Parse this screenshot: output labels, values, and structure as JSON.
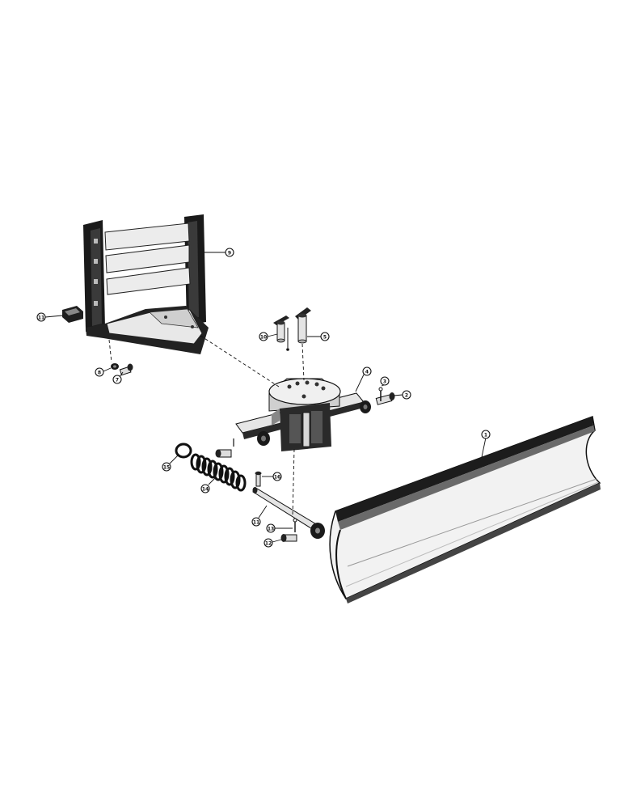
{
  "diagram": {
    "parts": [
      {
        "id": "blade",
        "callout": "1"
      },
      {
        "id": "pin-small",
        "callout": "2"
      },
      {
        "id": "cotter-pin-small",
        "callout": "3"
      },
      {
        "id": "pivot-frame",
        "callout": "4"
      },
      {
        "id": "lever-pin-right",
        "callout": "5"
      },
      {
        "id": "bolt",
        "callout": "7"
      },
      {
        "id": "nut",
        "callout": "8"
      },
      {
        "id": "push-frame",
        "callout": "9"
      },
      {
        "id": "lever-pin-left",
        "callout": "10"
      },
      {
        "id": "block",
        "callout": "11"
      },
      {
        "id": "rod",
        "callout": "11"
      },
      {
        "id": "bolt-lower",
        "callout": "12"
      },
      {
        "id": "cotter-pin-lower",
        "callout": "13"
      },
      {
        "id": "spring",
        "callout": "14"
      },
      {
        "id": "washer",
        "callout": "15"
      },
      {
        "id": "bolt-mid",
        "callout": "16"
      }
    ]
  }
}
